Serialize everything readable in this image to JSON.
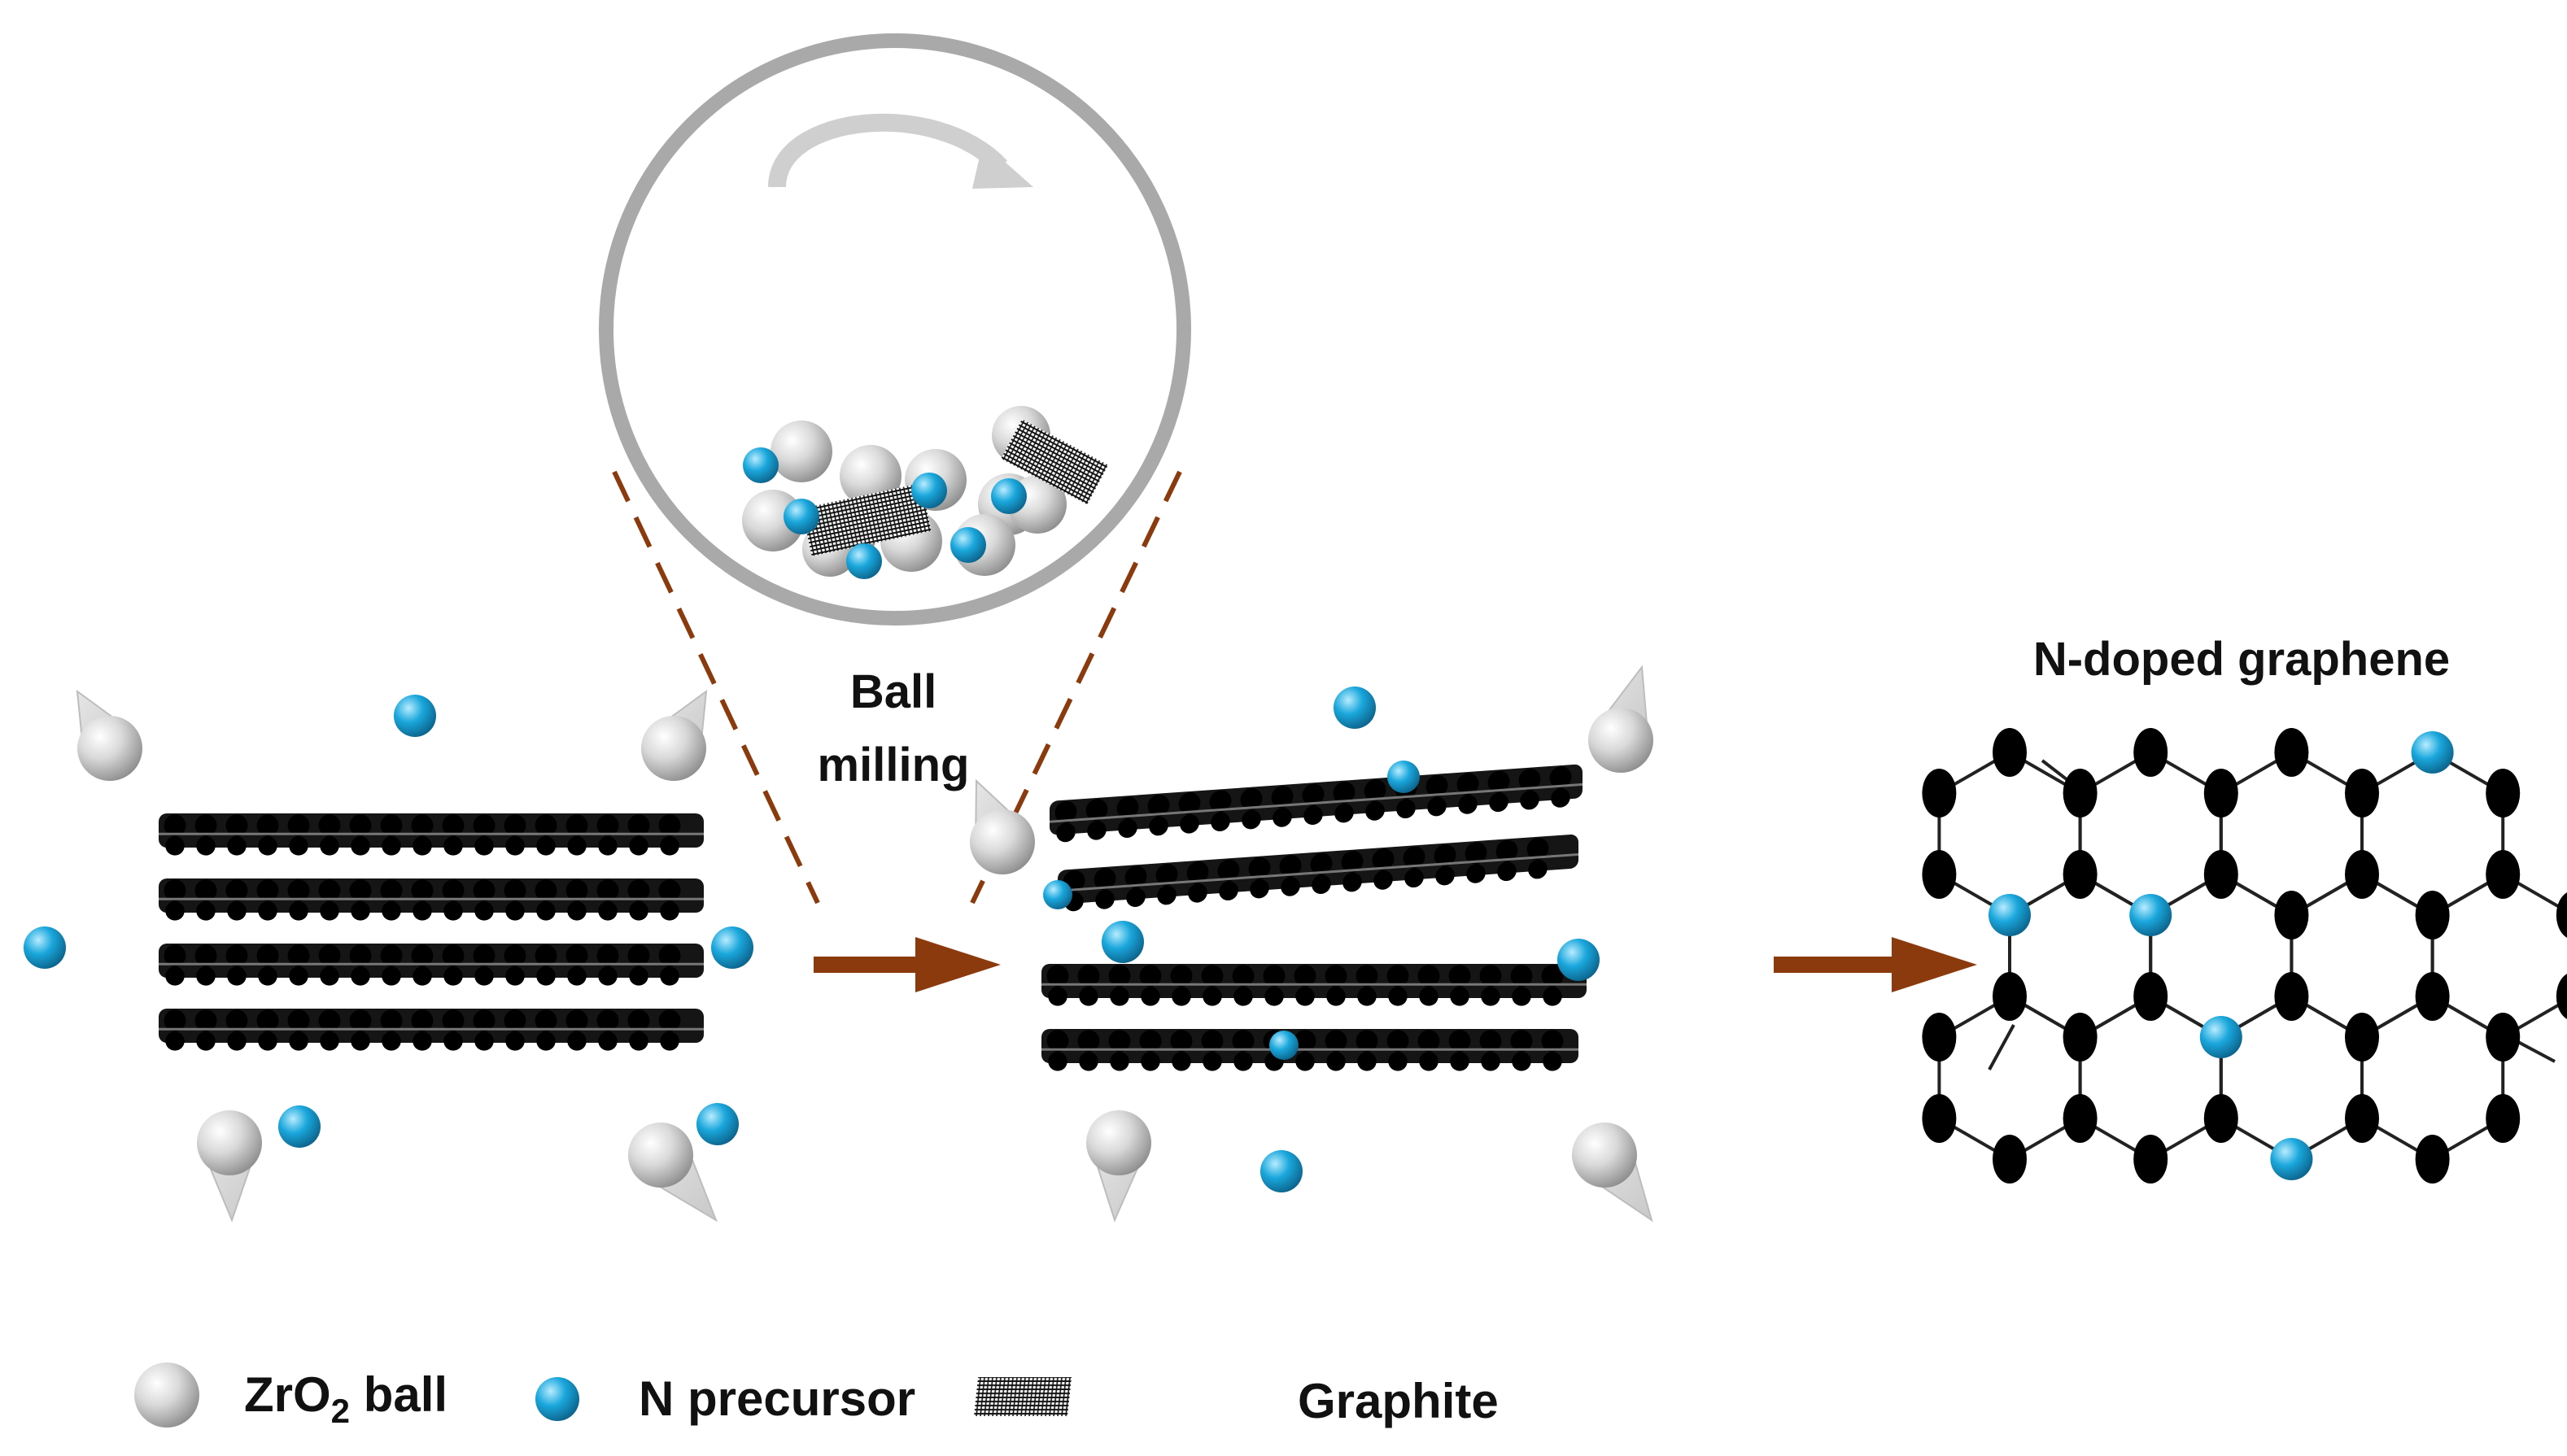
{
  "labels": {
    "process_line1": "Ball",
    "process_line2": "milling",
    "product": "N-doped graphene"
  },
  "legend": {
    "zro2_prefix": "ZrO",
    "zro2_sub": "2",
    "zro2_suffix": " ball",
    "n_precursor": "N precursor",
    "graphite": "Graphite"
  },
  "colors": {
    "zro2_ball": "#bdbdbd",
    "n_precursor": "#1aa7dc",
    "carbon": "#111111",
    "arrow": "#8b3a0e",
    "jar": "#a9a9a9"
  }
}
